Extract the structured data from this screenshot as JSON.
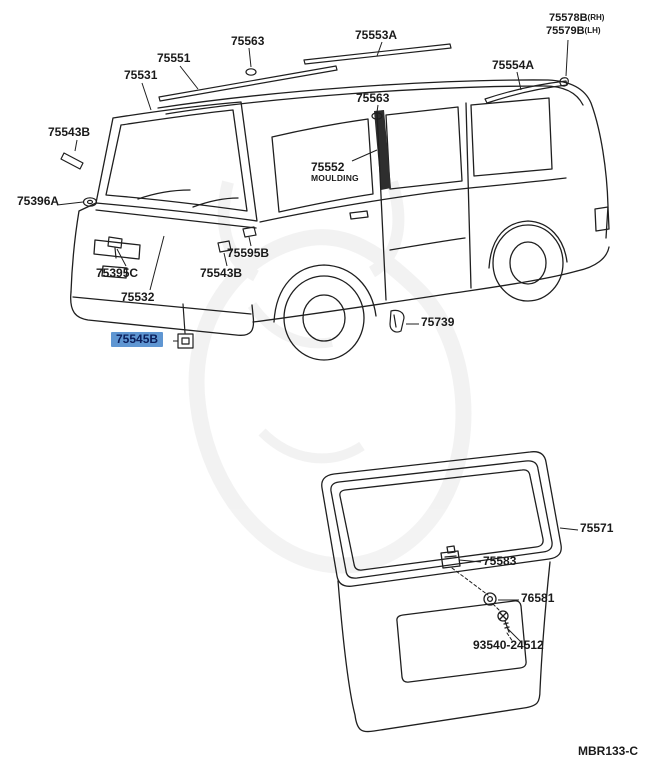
{
  "drawing": {
    "type": "vehicle-parts-diagram",
    "code": "MBR133-C",
    "views": [
      "van-front-three-quarter",
      "back-door-inner-panel"
    ]
  },
  "colors": {
    "line": "#1f1f1f",
    "background": "#ffffff",
    "label_text": "#1a1a1a",
    "highlight_bg": "#5f96d2",
    "highlight_text": "#0b1e5b"
  },
  "labels": {
    "t75578b": {
      "part": "75578B",
      "qual": "(RH)"
    },
    "t75579b": {
      "part": "75579B",
      "qual": "(LH)"
    },
    "t75563_top": {
      "part": "75563"
    },
    "t75553a": {
      "part": "75553A"
    },
    "t75554a": {
      "part": "75554A"
    },
    "t75551": {
      "part": "75551"
    },
    "t75531": {
      "part": "75531"
    },
    "t75563_mid": {
      "part": "75563"
    },
    "t75543b_left": {
      "part": "75543B"
    },
    "t75396a": {
      "part": "75396A"
    },
    "t75552": {
      "part": "75552",
      "sub": "MOULDING"
    },
    "t75595b": {
      "part": "75595B"
    },
    "t75395c": {
      "part": "75395C"
    },
    "t75543b_center": {
      "part": "75543B"
    },
    "t75532": {
      "part": "75532"
    },
    "t75545b": {
      "part": "75545B",
      "highlighted": true
    },
    "t75739": {
      "part": "75739"
    },
    "t75571": {
      "part": "75571"
    },
    "t75583": {
      "part": "75583"
    },
    "t76581": {
      "part": "76581"
    },
    "t93540": {
      "part": "93540-24512"
    }
  },
  "footer": {
    "code": "MBR133-C"
  }
}
